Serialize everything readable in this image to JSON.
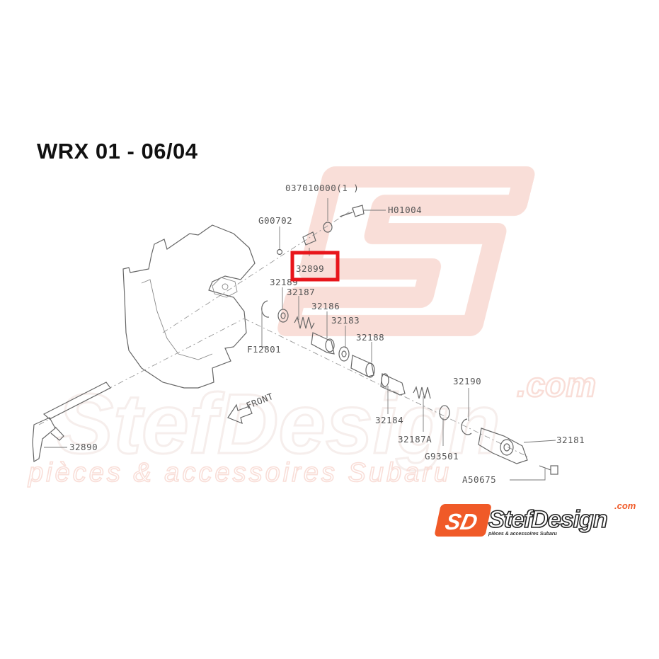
{
  "title": "WRX 01 - 06/04",
  "highlight_color": "#e8151b",
  "watermark": {
    "text": "StefDesign",
    "suffix": ".com",
    "tagline": "pièces & accessoires Subaru",
    "color": "#f2cfc8"
  },
  "logo": {
    "badge": "SD",
    "text": "StefDesign",
    "suffix": ".com",
    "tagline": "pièces & accessoires Subaru",
    "accent": "#f05a28"
  },
  "parts": {
    "p037010000": "037010000(1 )",
    "pH01004": "H01004",
    "pG00702": "G00702",
    "p32899": "32899",
    "p32189": "32189",
    "p32187": "32187",
    "p32186": "32186",
    "p32183": "32183",
    "p32188": "32188",
    "pF12801": "F12801",
    "p32190": "32190",
    "p32184": "32184",
    "p32187A": "32187A",
    "pG93501": "G93501",
    "p32181": "32181",
    "pA50675": "A50675",
    "p32890": "32890",
    "front": "FRONT"
  }
}
